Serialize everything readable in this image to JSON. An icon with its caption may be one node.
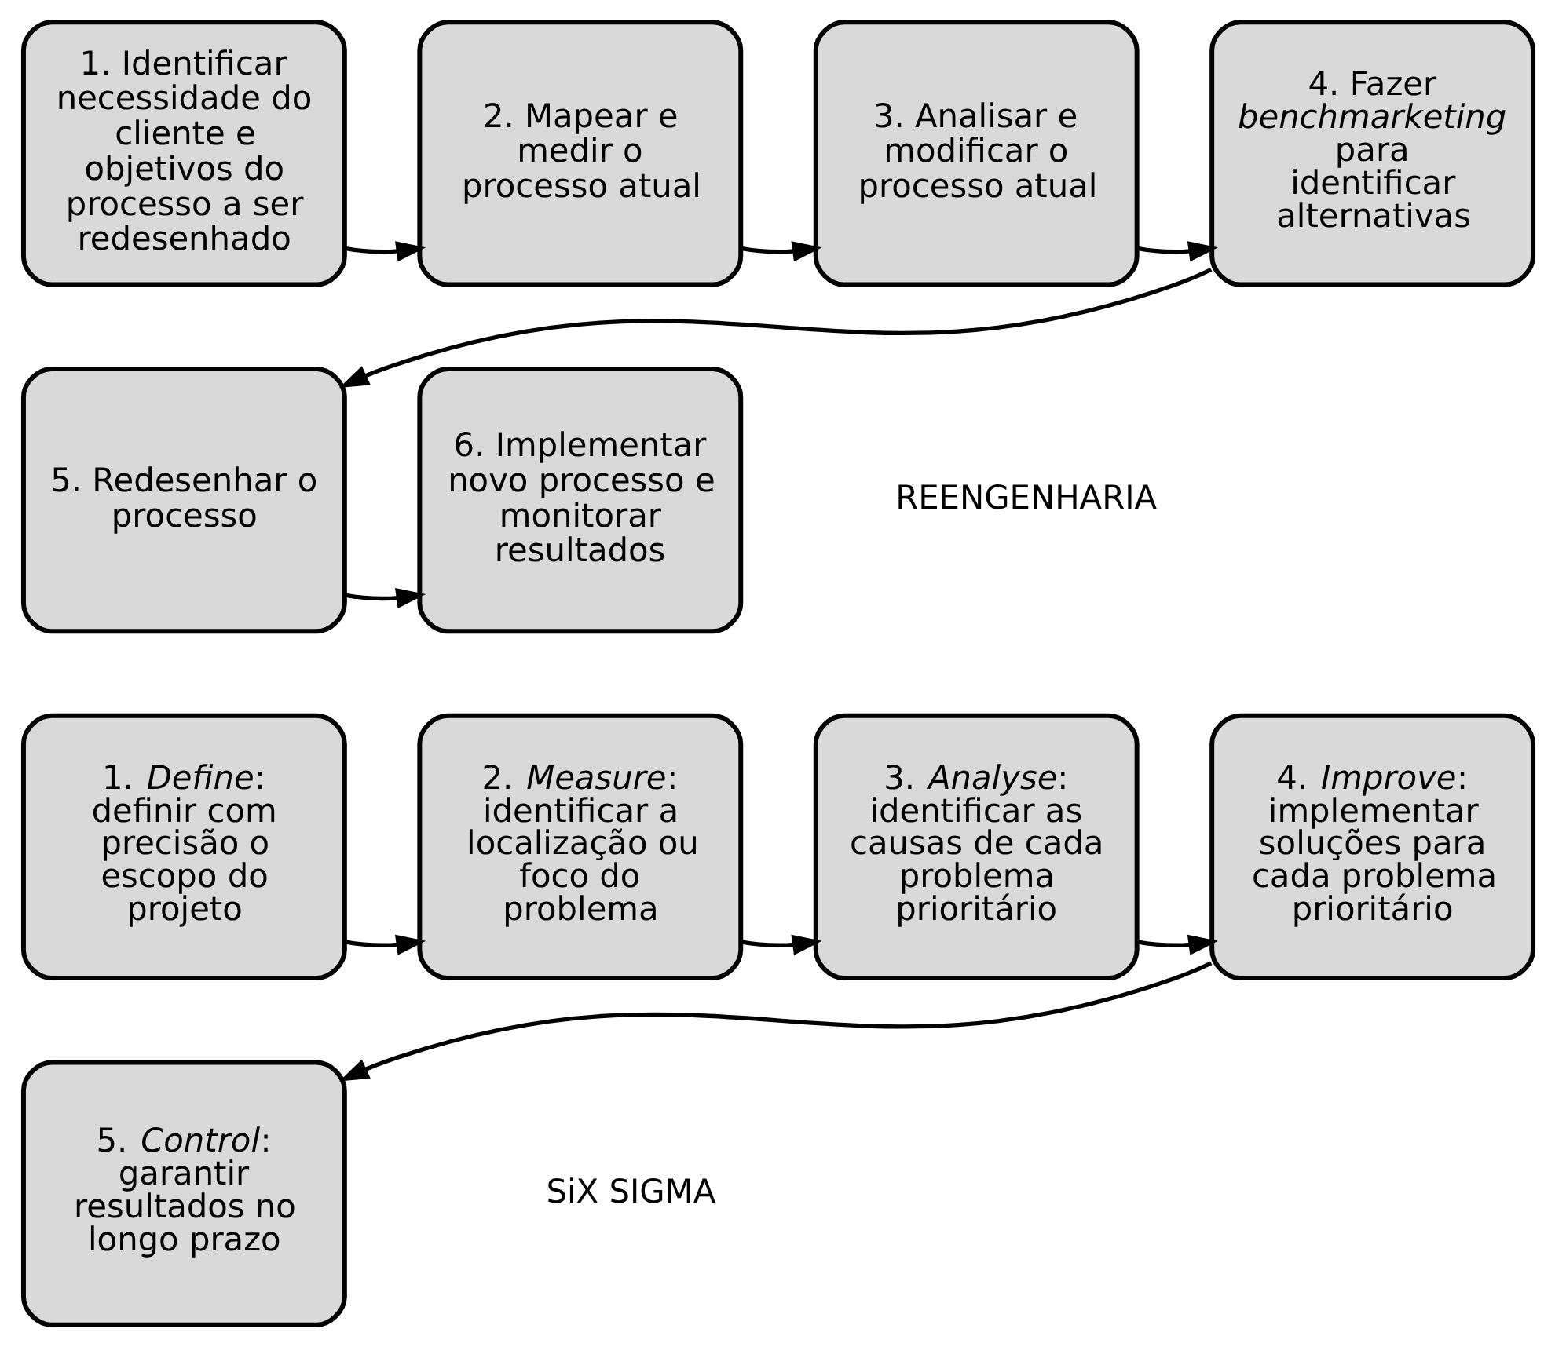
{
  "diagram": {
    "nodes": [
      {
        "text": [
          "1. Identificar necessidade do cliente e objetivos do processo a ser redesenhado"
        ]
      },
      {
        "text": [
          "2. Mapear e medir o processo atual"
        ]
      },
      {
        "text": [
          "3. Analisar e modificar o processo atual"
        ]
      },
      {
        "text": [
          "4. Fazer *benchmarketing* para identificar alternativas"
        ]
      },
      {
        "text": [
          "5. Redesenhar o processo"
        ]
      },
      {
        "text": [
          "6. Implementar novo processo e monitorar resultados"
        ]
      },
      {
        "text": [
          "1. *Define*: definir com precisão o escopo do projeto"
        ]
      },
      {
        "text": [
          "2. *Measure*: identificar a localização ou foco do problema"
        ]
      },
      {
        "text": [
          "3. *Analyse*: identificar as causas de cada problema prioritário"
        ]
      },
      {
        "text": [
          "4. *Improve*: implementar soluções para cada problema prioritário"
        ]
      },
      {
        "text": [
          "5. *Control*: garantir resultados no longo prazo"
        ]
      }
    ],
    "edges": [
      {
        "from": 0,
        "to": 1,
        "arrow": "to"
      },
      {
        "from": 1,
        "to": 2,
        "arrow": "to"
      },
      {
        "from": 2,
        "to": 3,
        "arrow": "to"
      },
      {
        "from": 3,
        "to": 4,
        "arrow": "to"
      },
      {
        "from": 4,
        "to": 5,
        "arrow": "to"
      },
      {
        "from": 6,
        "to": 7,
        "arrow": "to"
      },
      {
        "from": 7,
        "to": 8,
        "arrow": "to"
      },
      {
        "from": 8,
        "to": 9,
        "arrow": "to"
      },
      {
        "from": 9,
        "to": 10,
        "arrow": "to"
      }
    ],
    "labels": [
      "REENGENHARIA",
      "SiX SIGMA"
    ]
  }
}
